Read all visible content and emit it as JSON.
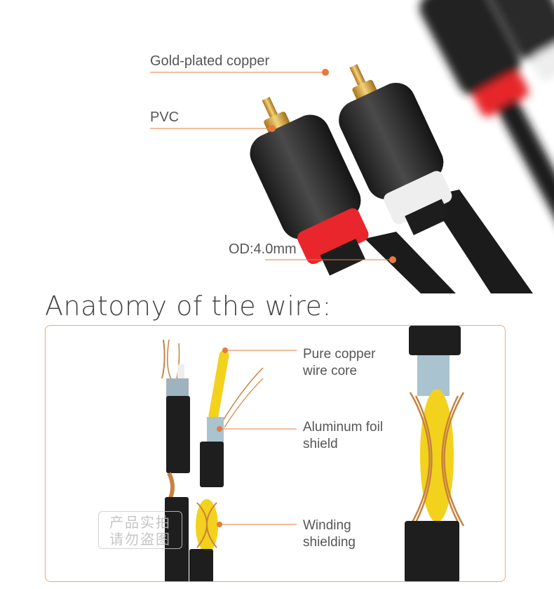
{
  "callouts_top": {
    "gold": "Gold-plated copper",
    "pvc": "PVC",
    "od": "OD:4.0mm"
  },
  "heading": "Anatomy of the wire:",
  "callouts_panel": {
    "core_line1": "Pure copper",
    "core_line2": "wire core",
    "foil_line1": "Aluminum foil",
    "foil_line2": "shield",
    "winding_line1": "Winding",
    "winding_line2": "shielding"
  },
  "watermark": {
    "line1": "产品实拍",
    "line2": "请勿盗图"
  },
  "colors": {
    "accent": "#e8793a",
    "panel_border": "#f0a86a",
    "plug_body": "#2a2a2a",
    "red_ring": "#e8262b",
    "white_ring": "#eeeeee",
    "gold": "#d9a93a",
    "yellow_core": "#f2d21c",
    "copper": "#c8823e"
  }
}
